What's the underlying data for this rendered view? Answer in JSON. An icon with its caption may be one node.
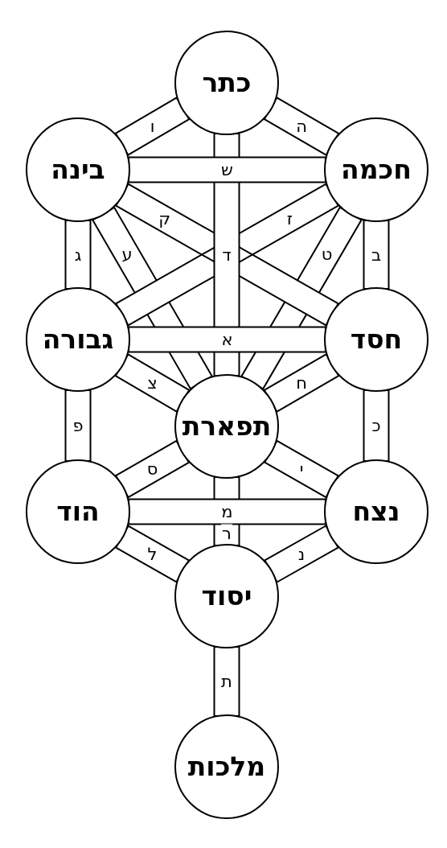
{
  "diagram": {
    "nodes": [
      {
        "text": [
          "כתר"
        ]
      },
      {
        "text": [
          "חכמה"
        ]
      },
      {
        "text": [
          "בינה"
        ]
      },
      {
        "text": [
          "חסד"
        ]
      },
      {
        "text": [
          "גבורה"
        ]
      },
      {
        "text": [
          "תפארת"
        ]
      },
      {
        "text": [
          "נצח"
        ]
      },
      {
        "text": [
          "הוד"
        ]
      },
      {
        "text": [
          "יסוד"
        ]
      },
      {
        "text": [
          "מלכות"
        ]
      }
    ],
    "edges": [
      {
        "from": 0,
        "to": 2,
        "arrow": "none",
        "label": "ו"
      },
      {
        "from": 0,
        "to": 1,
        "arrow": "none",
        "label": "ה"
      },
      {
        "from": 2,
        "to": 4,
        "arrow": "none",
        "label": "ג"
      },
      {
        "from": 1,
        "to": 3,
        "arrow": "none",
        "label": "ב"
      },
      {
        "from": 2,
        "to": 5,
        "arrow": "none",
        "label": "ע"
      },
      {
        "from": 1,
        "to": 5,
        "arrow": "none",
        "label": "ט"
      },
      {
        "from": 2,
        "to": 3,
        "arrow": "none",
        "label": "ק"
      },
      {
        "from": 1,
        "to": 4,
        "arrow": "none",
        "label": "ז"
      },
      {
        "from": 0,
        "to": 5,
        "arrow": "none",
        "label": "ד"
      },
      {
        "from": 1,
        "to": 2,
        "arrow": "none",
        "label": "ש"
      },
      {
        "from": 4,
        "to": 5,
        "arrow": "none",
        "label": "צ"
      },
      {
        "from": 3,
        "to": 5,
        "arrow": "none",
        "label": "ח"
      },
      {
        "from": 3,
        "to": 4,
        "arrow": "none",
        "label": "א"
      },
      {
        "from": 4,
        "to": 7,
        "arrow": "none",
        "label": "פ"
      },
      {
        "from": 3,
        "to": 6,
        "arrow": "none",
        "label": "כ"
      },
      {
        "from": 5,
        "to": 7,
        "arrow": "none",
        "label": "ס"
      },
      {
        "from": 5,
        "to": 6,
        "arrow": "none",
        "label": "י"
      },
      {
        "from": 5,
        "to": 8,
        "arrow": "none",
        "label": "ר"
      },
      {
        "from": 6,
        "to": 7,
        "arrow": "none",
        "label": "מ"
      },
      {
        "from": 7,
        "to": 8,
        "arrow": "none",
        "label": "ל"
      },
      {
        "from": 6,
        "to": 8,
        "arrow": "none",
        "label": "נ"
      },
      {
        "from": 8,
        "to": 9,
        "arrow": "none",
        "label": "ת"
      }
    ]
  }
}
